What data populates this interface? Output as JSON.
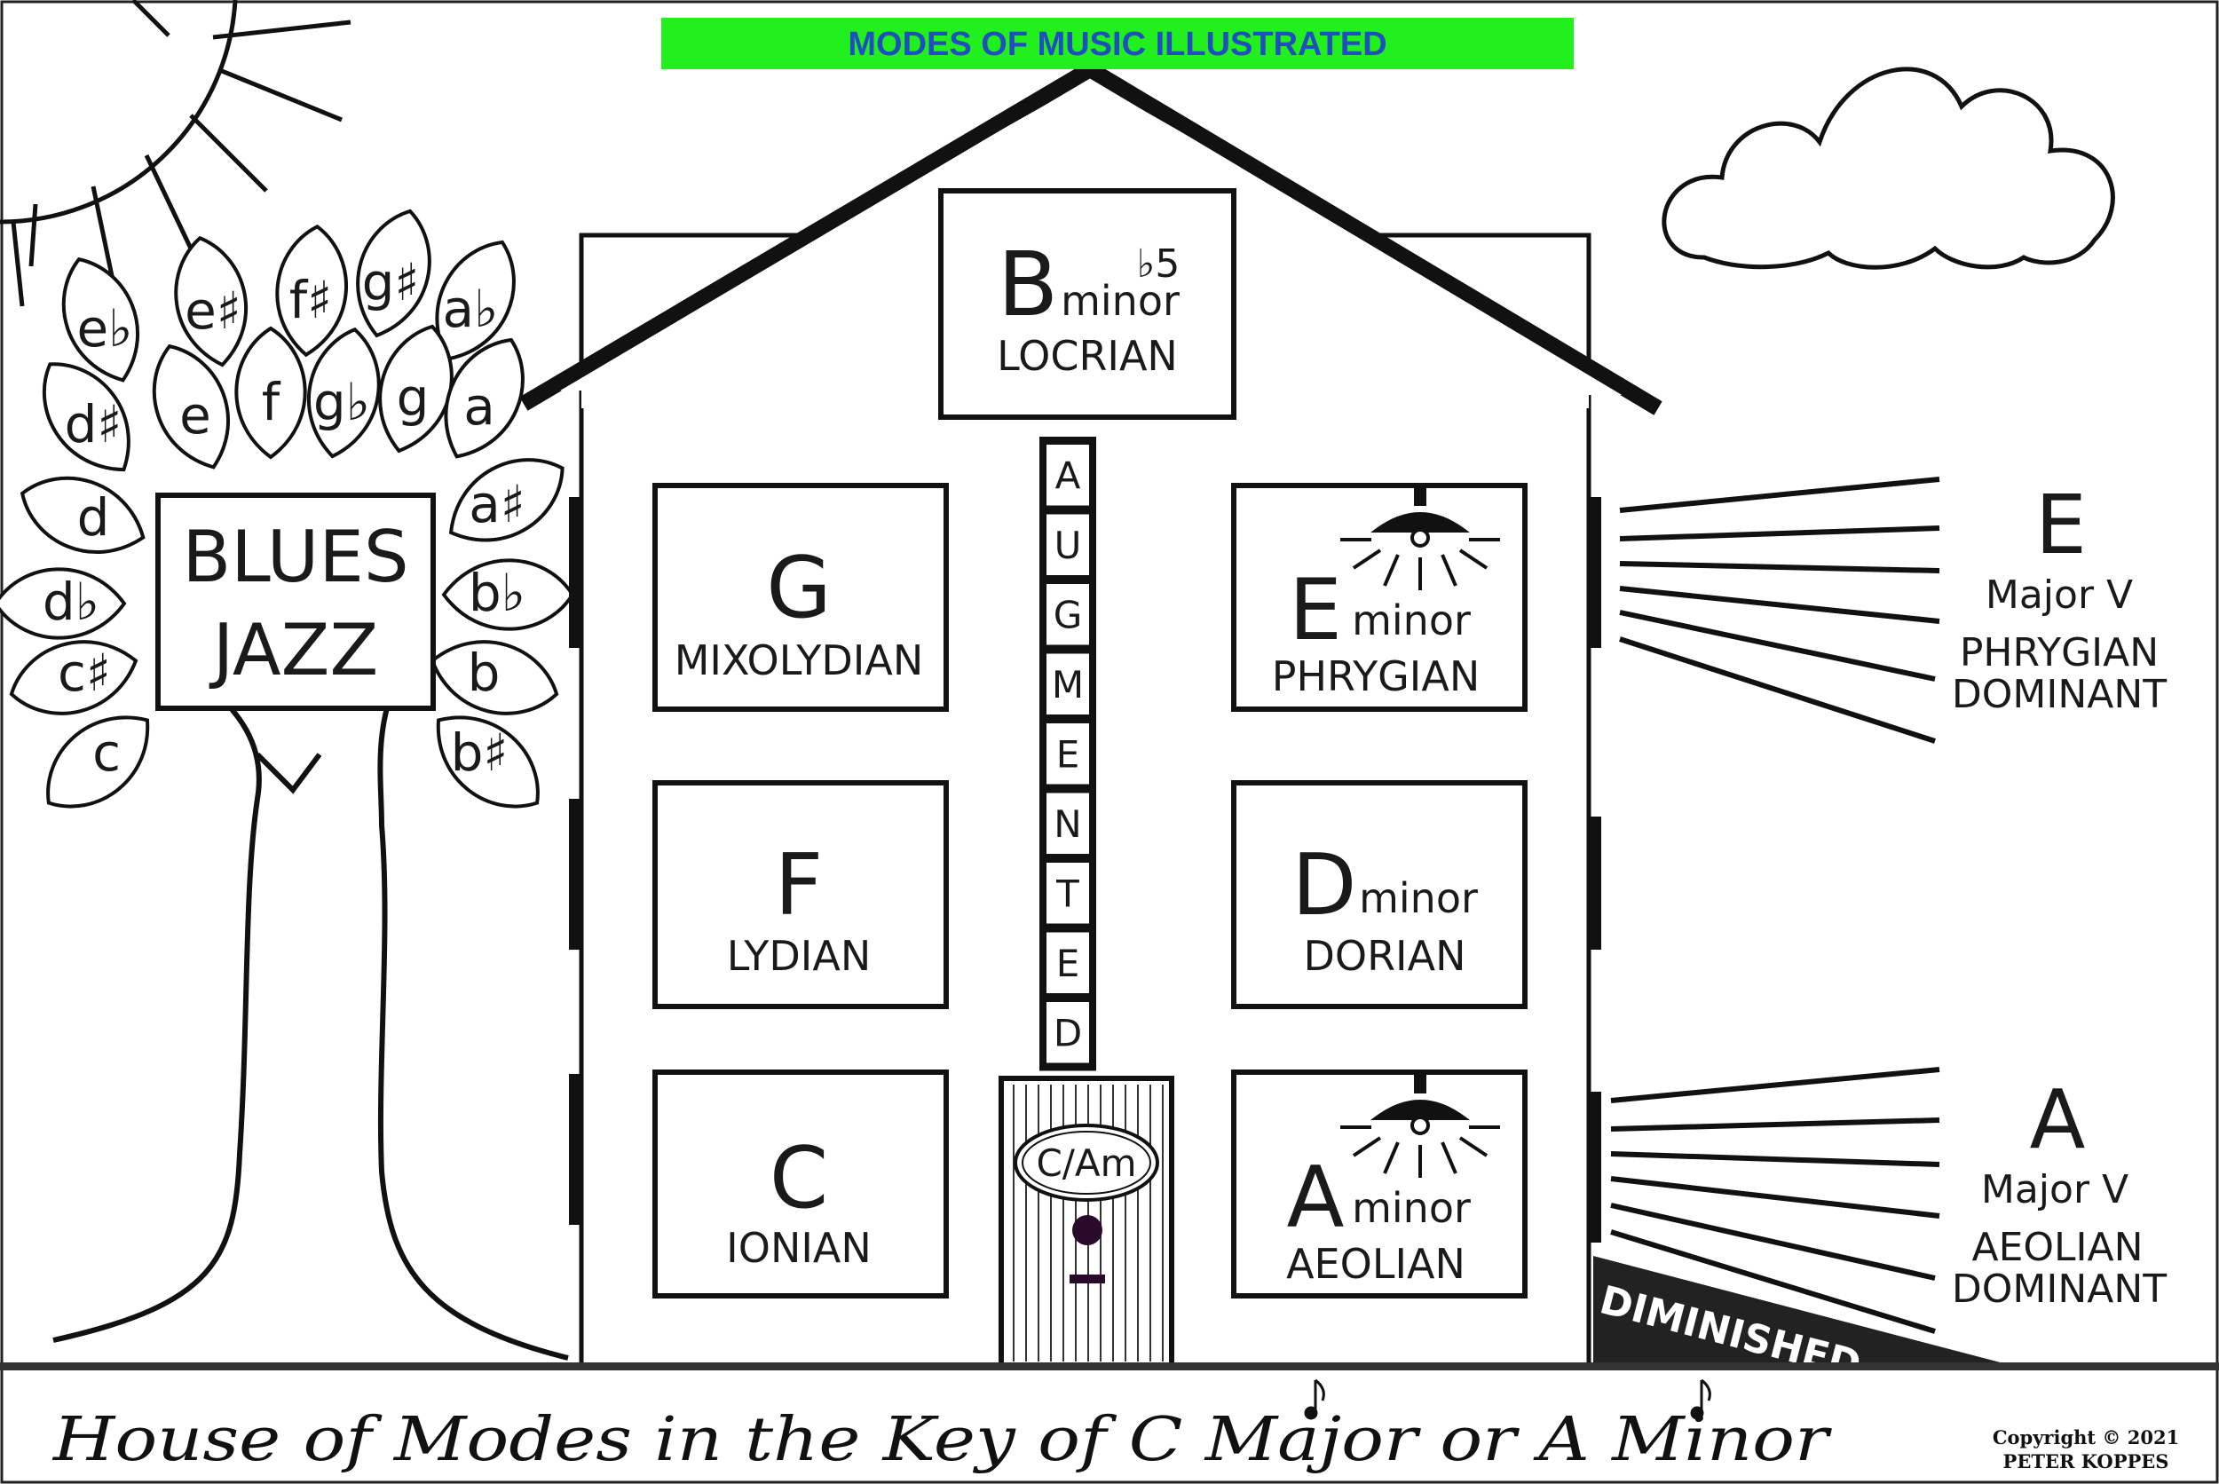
{
  "banner": {
    "title": "MODES OF MUSIC ILLUSTRATED",
    "bg_color": "#22f01e",
    "text_color": "#1f4fbf"
  },
  "tree": {
    "box_line1": "BLUES",
    "box_line2": "JAZZ",
    "leaves": [
      {
        "note": "e♭"
      },
      {
        "note": "e♯"
      },
      {
        "note": "f♯"
      },
      {
        "note": "g♯"
      },
      {
        "note": "a♭"
      },
      {
        "note": "d♯"
      },
      {
        "note": "e"
      },
      {
        "note": "f"
      },
      {
        "note": "g♭"
      },
      {
        "note": "g"
      },
      {
        "note": "a"
      },
      {
        "note": "d"
      },
      {
        "note": "a♯"
      },
      {
        "note": "d♭"
      },
      {
        "note": "b♭"
      },
      {
        "note": "c♯"
      },
      {
        "note": "b"
      },
      {
        "note": "c"
      },
      {
        "note": "b♯"
      }
    ]
  },
  "house": {
    "attic": {
      "letter": "B",
      "quality": "minor",
      "superscript": "♭5",
      "mode": "LOCRIAN"
    },
    "rooms": [
      {
        "letter": "G",
        "quality": "",
        "mode": "MIXOLYDIAN",
        "lamp": false
      },
      {
        "letter": "E",
        "quality": "minor",
        "mode": "PHRYGIAN",
        "lamp": true
      },
      {
        "letter": "F",
        "quality": "",
        "mode": "LYDIAN",
        "lamp": false
      },
      {
        "letter": "D",
        "quality": "minor",
        "mode": "DORIAN",
        "lamp": false
      },
      {
        "letter": "C",
        "quality": "",
        "mode": "IONIAN",
        "lamp": false
      },
      {
        "letter": "A",
        "quality": "minor",
        "mode": "AEOLIAN",
        "lamp": true
      }
    ],
    "ladder": [
      "A",
      "U",
      "G",
      "M",
      "E",
      "N",
      "T",
      "E",
      "D"
    ],
    "door_sign": "C/Am",
    "ramp_label": "DIMINISHED"
  },
  "side_labels": {
    "upper": {
      "letter": "E",
      "line1": "Major V",
      "line2": "PHRYGIAN",
      "line3": "DOMINANT"
    },
    "lower": {
      "letter": "A",
      "line1": "Major V",
      "line2": "AEOLIAN",
      "line3": "DOMINANT"
    }
  },
  "caption": "House of Modes in the Key of C Major or A Minor",
  "copyright": {
    "line1": "Copyright © 2021",
    "line2": "PETER KOPPES"
  }
}
